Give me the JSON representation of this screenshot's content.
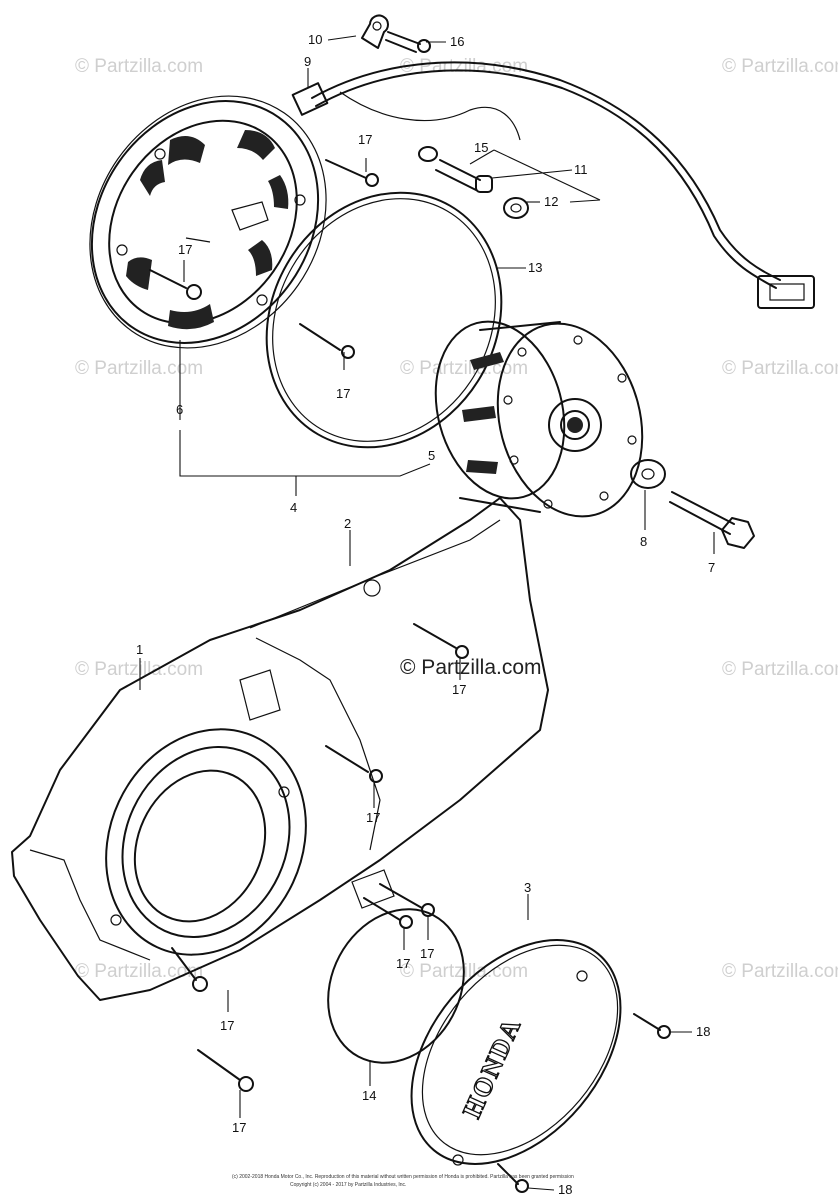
{
  "watermarks": {
    "main": "© Partzilla.com",
    "faded": "© Partzilla.com"
  },
  "brand_text": "HONDA",
  "callouts": {
    "c1": "1",
    "c2": "2",
    "c3": "3",
    "c4": "4",
    "c5": "5",
    "c6": "6",
    "c7": "7",
    "c8": "8",
    "c9": "9",
    "c10": "10",
    "c11": "11",
    "c12": "12",
    "c13": "13",
    "c14": "14",
    "c15": "15",
    "c16": "16",
    "c17": "17",
    "c18": "18"
  },
  "footer": {
    "line1": "(c) 2002-2018 Honda Motor Co., Inc. Reproduction of this material without written permission of Honda is prohibited. Partzilla has been granted permission",
    "line2": "Copyright (c) 2004 - 2017 by Partzilla Industries, Inc."
  }
}
